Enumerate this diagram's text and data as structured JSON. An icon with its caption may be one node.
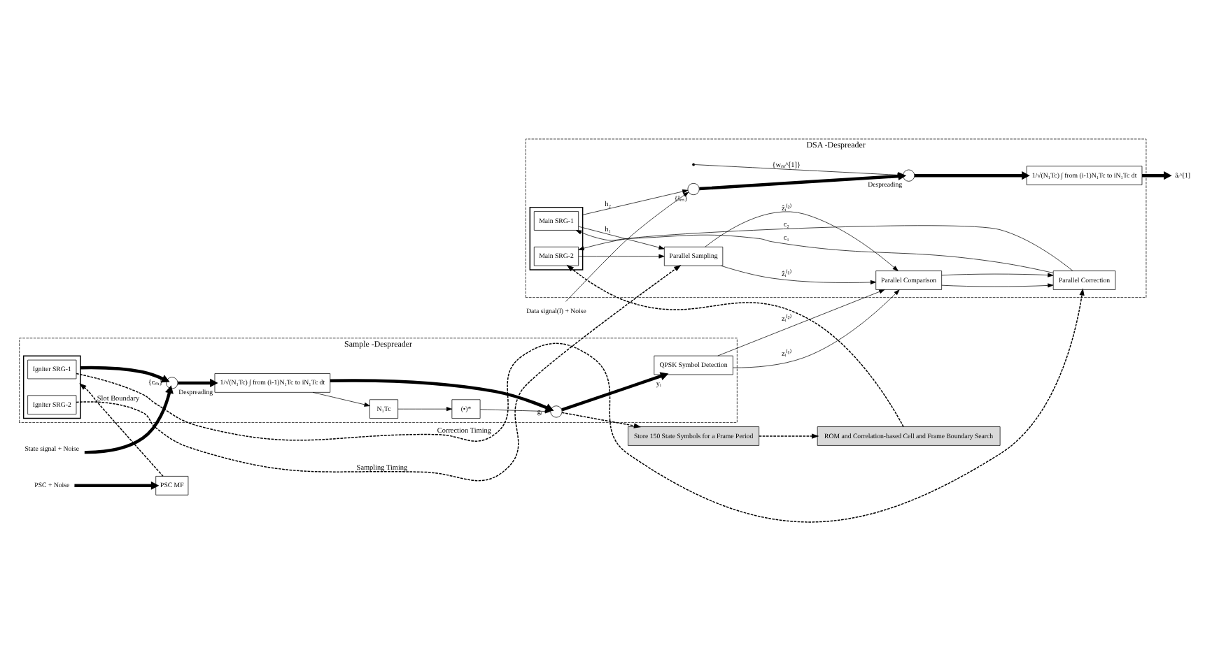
{
  "diagram": {
    "nodes": [
      {
        "text": [
          "Store 150 State Symbols for a Frame Period"
        ]
      },
      {
        "text": [
          "ROM and Correlation-based Cell and Frame Boundary Search"
        ]
      },
      {
        "text": [
          "Sample -Despreader"
        ]
      },
      {
        "text": [
          "State signal + Noise"
        ]
      },
      {
        "text": [],
        "shape": "circle",
        "beside": [
          "Despreading"
        ],
        "in": 2
      },
      {
        "text": [
          "1/√(N₁Tc) ∫ from (i-1)N₁Tc to iN₁Tc dt"
        ],
        "in": 2
      },
      {
        "text": [
          "N₁Tc"
        ],
        "in": 2
      },
      {
        "text": [
          "(•)*"
        ],
        "in": 2
      },
      {
        "text": [],
        "shape": "circle",
        "in": 2
      },
      {
        "text": [
          "QPSK Symbol Detection"
        ],
        "in": 2
      },
      {
        "text": [],
        "shape": "box",
        "in": 2
      },
      {
        "text": [
          "Igniter SRG-1"
        ],
        "in": 10
      },
      {
        "text": [
          "Igniter SRG-2"
        ],
        "in": 10
      },
      {
        "text": [
          "PSC + Noise"
        ]
      },
      {
        "text": [
          "PSC MF"
        ]
      },
      {
        "text": [
          "DSA -Despreader"
        ]
      },
      {
        "text": [
          "Parallel Comparison"
        ],
        "in": 15
      },
      {
        "text": [
          "Parallel Correction"
        ],
        "in": 15
      },
      {
        "text": [
          "Parallel Sampling"
        ],
        "in": 15
      },
      {
        "text": [],
        "shape": "box",
        "in": 15
      },
      {
        "text": [
          "Main SRG-1"
        ],
        "in": 19
      },
      {
        "text": [
          "Main SRG-2"
        ],
        "in": 19
      },
      {
        "text": [],
        "shape": "circle",
        "beside": [
          "{ŝₘ}"
        ],
        "in": 15
      },
      {
        "text": [],
        "shape": "circle",
        "beside": [
          "Despreading"
        ],
        "in": 15
      },
      {
        "text": [
          "1/√(N₁Tc) ∫ from (i-1)N₁Tc to iN₁Tc dt"
        ],
        "in": 15
      },
      {
        "text": [
          "âᵢ^[1]"
        ]
      },
      {
        "text": [
          "Data signal(l) + Noise"
        ]
      }
    ],
    "edges": [
      {
        "from": 3,
        "to": 4,
        "arrow": "to",
        "style": "thick"
      },
      {
        "from": 10,
        "to": 4,
        "label": "{cₘ}",
        "arrow": "to",
        "style": "thick"
      },
      {
        "from": 4,
        "to": 5,
        "arrow": "to",
        "style": "thick"
      },
      {
        "from": 5,
        "to": 8,
        "label": "gᵢ",
        "arrow": "to",
        "style": "thick"
      },
      {
        "from": 5,
        "to": 6,
        "arrow": "to"
      },
      {
        "from": 6,
        "to": 7,
        "arrow": "to"
      },
      {
        "from": 7,
        "to": 8,
        "arrow": "to"
      },
      {
        "from": 8,
        "to": 9,
        "label": "yᵢ",
        "arrow": "to",
        "style": "thick"
      },
      {
        "from": 8,
        "to": 0,
        "arrow": "to",
        "style": "dashed"
      },
      {
        "from": 0,
        "to": 1,
        "arrow": "to",
        "style": "dashed"
      },
      {
        "from": 1,
        "to": 21,
        "arrow": "to",
        "style": "dashed"
      },
      {
        "from": 9,
        "to": 16,
        "label": "zᵢ⁽¹⁾",
        "arrow": "to"
      },
      {
        "from": 9,
        "to": 16,
        "label": "zᵢ⁽²⁾",
        "arrow": "to"
      },
      {
        "from": 16,
        "to": 17,
        "arrow": "to"
      },
      {
        "from": 16,
        "to": 17,
        "arrow": "to"
      },
      {
        "from": 18,
        "to": 16,
        "label": "ẑᵢ⁽¹⁾",
        "arrow": "to"
      },
      {
        "from": 18,
        "to": 16,
        "label": "ẑᵢ⁽²⁾",
        "arrow": "to"
      },
      {
        "from": 11,
        "to": 17,
        "label": "Correction Timing",
        "arrow": "to",
        "style": "dashed"
      },
      {
        "from": 12,
        "to": 18,
        "label": "Sampling Timing",
        "arrow": "to",
        "style": "dashed"
      },
      {
        "from": 13,
        "to": 14,
        "arrow": "to",
        "style": "thick"
      },
      {
        "from": 14,
        "to": 10,
        "label": "Slot Boundary",
        "arrow": "to",
        "style": "dashed"
      },
      {
        "from": 17,
        "to": 20,
        "label": "c₁",
        "arrow": "to"
      },
      {
        "from": 17,
        "to": 21,
        "label": "c₂",
        "arrow": "to"
      },
      {
        "from": 20,
        "to": 18,
        "label": "h₁",
        "arrow": "to"
      },
      {
        "from": 21,
        "to": 18,
        "arrow": "to"
      },
      {
        "from": 19,
        "to": 22,
        "label": "h₂",
        "arrow": "to"
      },
      {
        "from": 26,
        "to": 22,
        "arrow": "to"
      },
      {
        "from": null,
        "to": 23,
        "label": "{wₘ^[1]}",
        "arrow": "to"
      },
      {
        "from": 22,
        "to": 23,
        "arrow": "to",
        "style": "thick"
      },
      {
        "from": 23,
        "to": 24,
        "arrow": "to",
        "style": "thick"
      },
      {
        "from": 24,
        "to": 25,
        "arrow": "to",
        "style": "thick"
      }
    ]
  }
}
